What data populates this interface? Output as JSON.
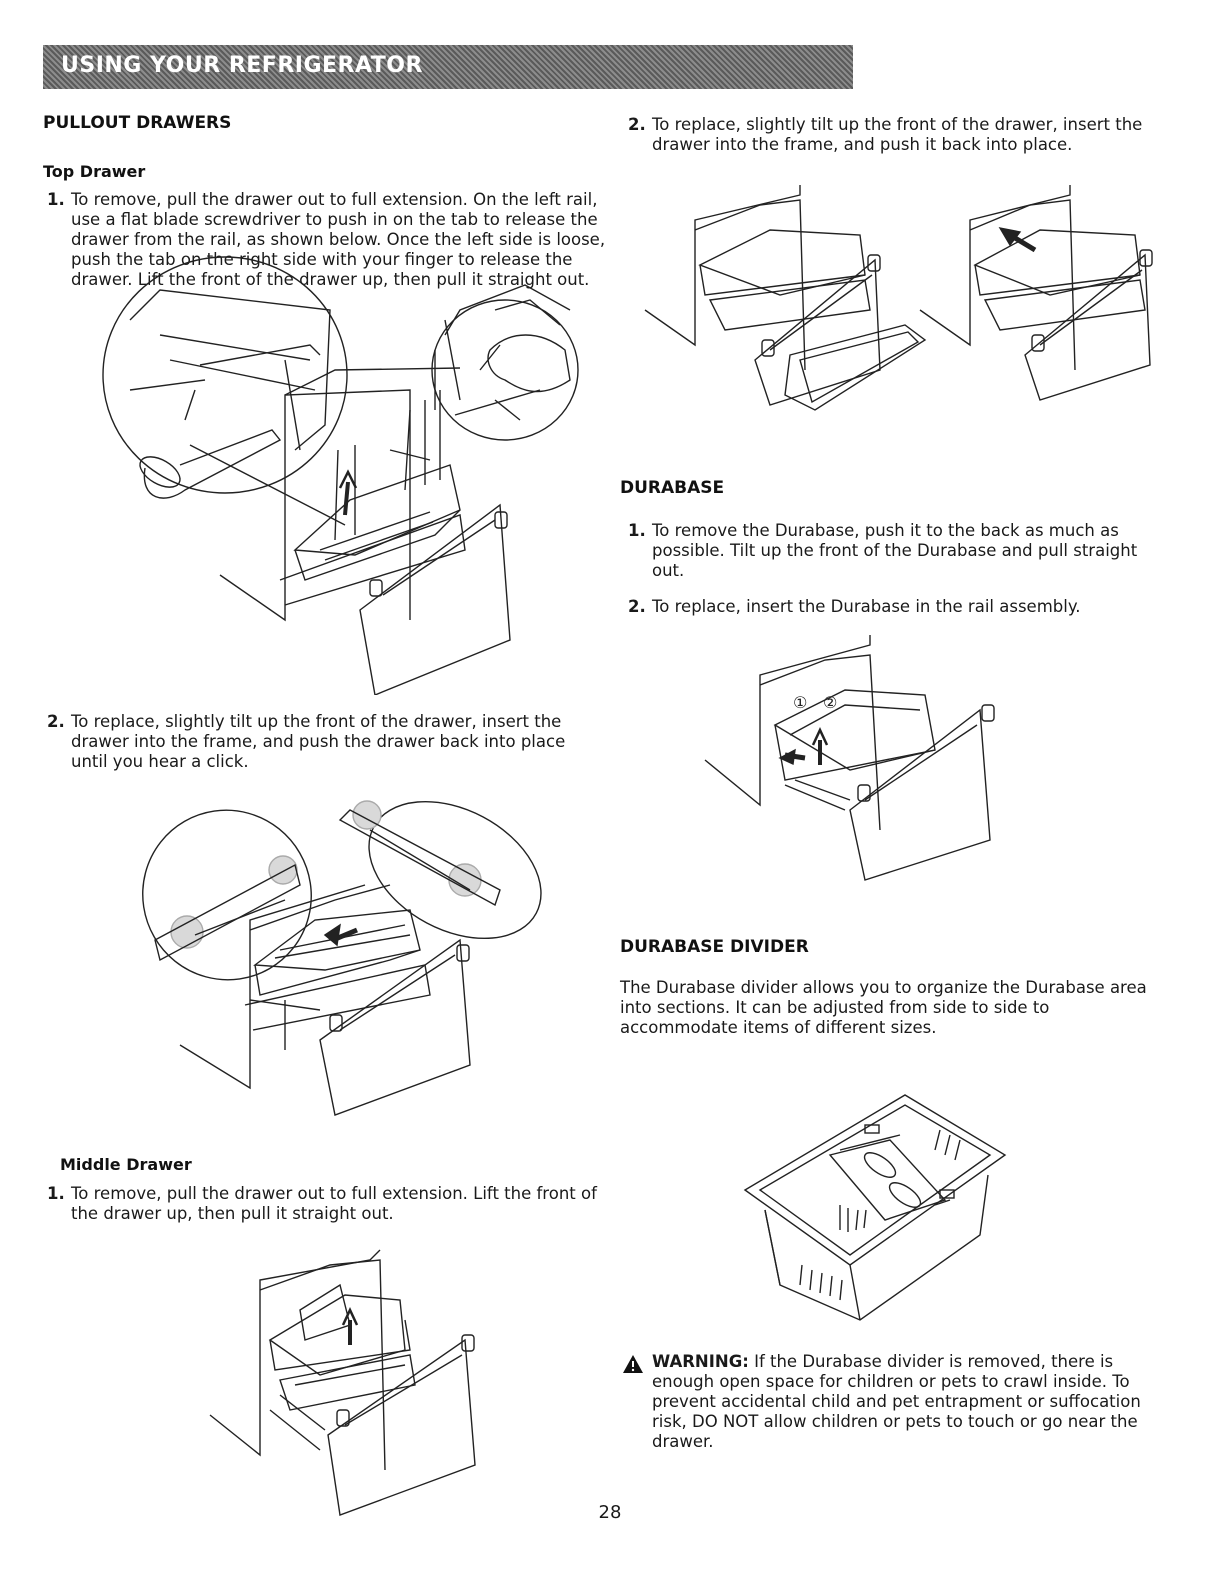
{
  "header": {
    "title": "USING YOUR REFRIGERATOR"
  },
  "pullout": {
    "heading": "PULLOUT DRAWERS",
    "top_drawer": {
      "heading": "Top Drawer",
      "step1_num": "1.",
      "step1": "To remove, pull the drawer out to full extension. On the left rail, use a flat blade screwdriver to push in on the tab to release the drawer from the rail, as shown below. Once the left side is loose, push the tab on the right side with your finger to release the drawer. Lift the front of the drawer up, then pull it straight out.",
      "step2_num": "2.",
      "step2": "To replace, slightly tilt up the front of the drawer, insert the drawer into the frame, and push the drawer back into place until you hear a click."
    },
    "middle_drawer": {
      "heading": "Middle Drawer",
      "step1_num": "1.",
      "step1": "To remove, pull the drawer out to full extension. Lift the front of the drawer up, then pull it straight out.",
      "step2_num": "2.",
      "step2": "To replace, slightly tilt up the front of the drawer, insert the drawer into the frame, and push it back into place."
    }
  },
  "durabase": {
    "heading": "DURABASE",
    "step1_num": "1.",
    "step1": "To remove the Durabase, push it to the back as much as possible. Tilt up the front of the Durabase and pull straight out.",
    "step2_num": "2.",
    "step2": "To replace, insert the Durabase in the rail assembly.",
    "callout1": "①",
    "callout2": "②"
  },
  "divider": {
    "heading": "DURABASE DIVIDER",
    "text": "The Durabase divider allows you to organize the Durabase area into sections. It can be adjusted from side to side to accommodate items of different sizes."
  },
  "warning": {
    "icon": "warning-triangle-icon",
    "label": "WARNING:",
    "text": " If the Durabase divider is removed, there is enough open space for children or pets to crawl inside. To prevent accidental child and pet entrapment or suffocation risk, DO NOT allow children or pets to touch or go near the drawer."
  },
  "footer": {
    "page_number": "28"
  }
}
